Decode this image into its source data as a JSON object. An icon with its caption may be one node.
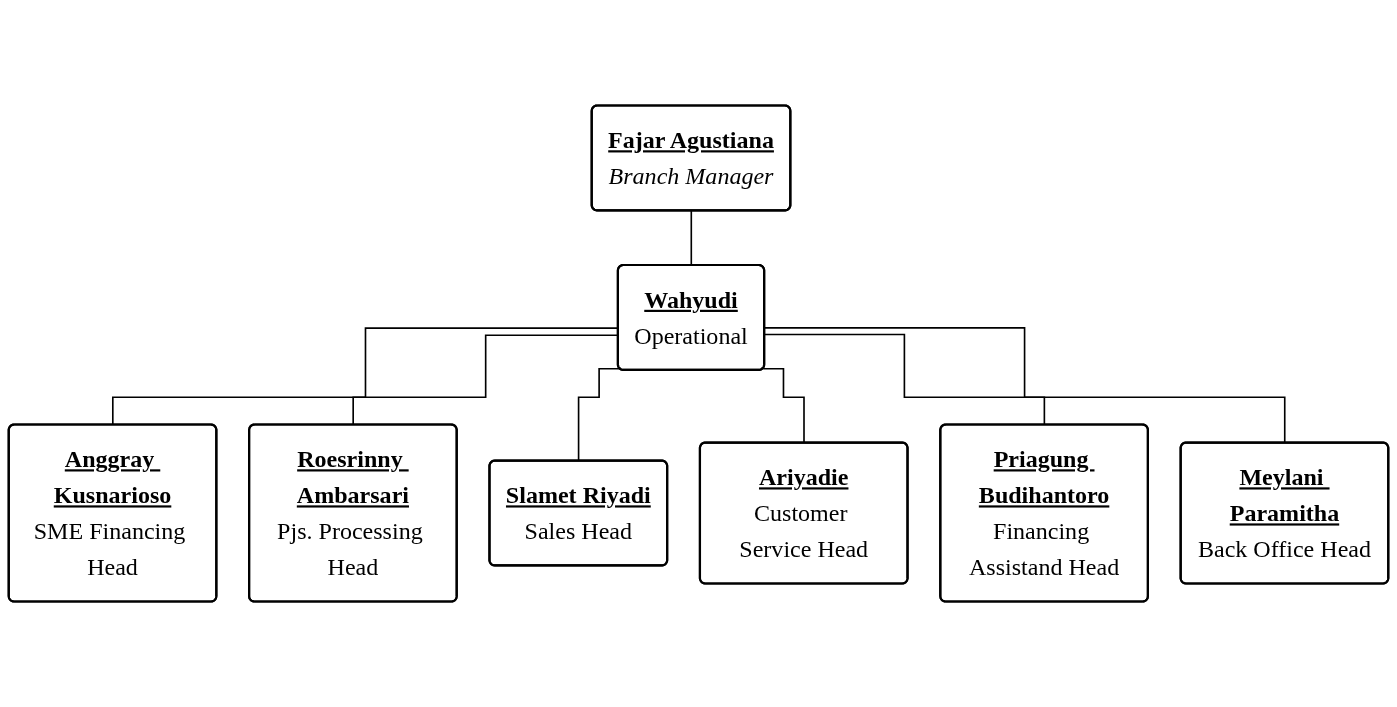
{
  "diagram": {
    "nodes": [
      {
        "text": [
          "Fajar Agustiana",
          "Branch Manager"
        ]
      },
      {
        "text": [
          "Wahyudi",
          "Operational"
        ]
      },
      {
        "text": [
          "Anggray Kusnarioso",
          "SME Financing Head"
        ]
      },
      {
        "text": [
          "Roesrinny Ambarsari",
          "Pjs. Processing Head"
        ]
      },
      {
        "text": [
          "Slamet Riyadi",
          "Sales Head"
        ]
      },
      {
        "text": [
          "Ariyadie",
          "Customer Service Head"
        ]
      },
      {
        "text": [
          "Priagung Budihantoro",
          "Financing Assistand Head"
        ]
      },
      {
        "text": [
          "Meylani Paramitha",
          "Back Office Head"
        ]
      }
    ],
    "edges": [
      {
        "from": 0,
        "to": 1,
        "arrow": "none"
      },
      {
        "from": 1,
        "to": 2,
        "arrow": "none"
      },
      {
        "from": 1,
        "to": 3,
        "arrow": "none"
      },
      {
        "from": 1,
        "to": 4,
        "arrow": "none"
      },
      {
        "from": 1,
        "to": 5,
        "arrow": "none"
      },
      {
        "from": 1,
        "to": 6,
        "arrow": "none"
      },
      {
        "from": 1,
        "to": 7,
        "arrow": "none"
      }
    ]
  }
}
